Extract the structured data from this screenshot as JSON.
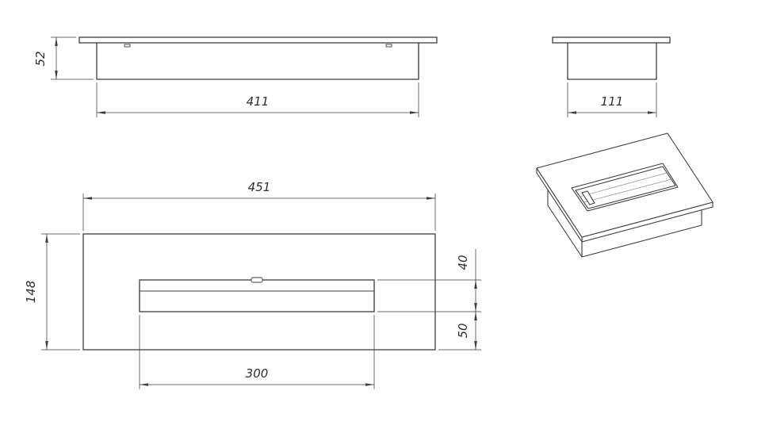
{
  "colors": {
    "background": "#ffffff",
    "line": "#3d3d3d",
    "label": "#2e2e2e",
    "slot_fill": "#4f4f4f"
  },
  "front_view": {
    "height_mm": "52",
    "body_width_mm": "411"
  },
  "end_view": {
    "body_width_mm": "111"
  },
  "plan_view": {
    "overall_width_mm": "451",
    "overall_depth_mm": "148",
    "slot_depth_mm": "40",
    "bottom_offset_mm": "50",
    "slot_width_mm": "300"
  }
}
